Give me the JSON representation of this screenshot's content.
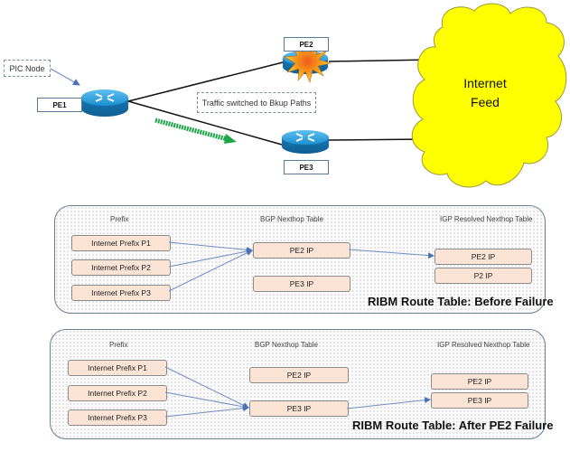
{
  "topology": {
    "pic_node_label": "PIC Node",
    "traffic_note": "Traffic switched to Bkup Paths",
    "routers": [
      {
        "id": "pe1",
        "label": "PE1",
        "failed": false
      },
      {
        "id": "pe2",
        "label": "PE2",
        "failed": true
      },
      {
        "id": "pe3",
        "label": "PE3",
        "failed": false
      }
    ],
    "cloud": {
      "line1": "Internet",
      "line2": "Feed",
      "color": "#ffff00"
    },
    "traffic_arrow_color": "#1fa54a"
  },
  "tables": [
    {
      "caption": "RIBM Route Table: Before  Failure",
      "headers": {
        "prefix": "Prefix",
        "bgp": "BGP Nexthop Table",
        "igp": "IGP Resolved Nexthop Table"
      },
      "prefixes": [
        "Internet Prefix P1",
        "Internet Prefix P2",
        "Internet Prefix P3"
      ],
      "bgp_nexthops": [
        "PE2 IP",
        "PE3 IP"
      ],
      "igp_nexthops": [
        "PE2 IP",
        "P2 IP"
      ],
      "active_bgp": "PE2 IP"
    },
    {
      "caption": "RIBM Route Table: After PE2 Failure",
      "headers": {
        "prefix": "Prefix",
        "bgp": "BGP Nexthop Table",
        "igp": "IGP Resolved Nexthop Table"
      },
      "prefixes": [
        "Internet Prefix P1",
        "Internet Prefix P2",
        "Internet Prefix P3"
      ],
      "bgp_nexthops": [
        "PE2 IP",
        "PE3 IP"
      ],
      "igp_nexthops": [
        "PE2 IP",
        "PE3 IP"
      ],
      "active_bgp": "PE3 IP"
    }
  ]
}
